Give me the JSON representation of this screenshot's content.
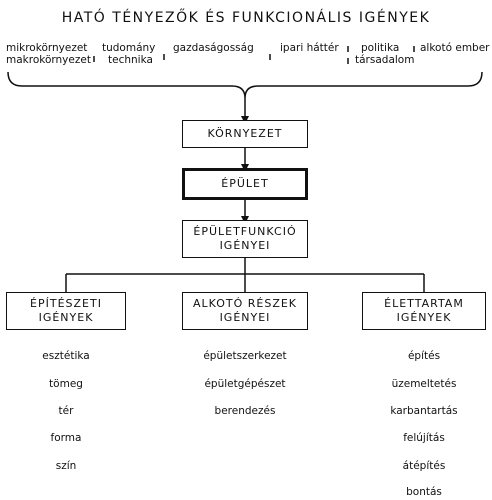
{
  "title": "HATÓ TÉNYEZŐK ÉS FUNKCIONÁLIS IGÉNYEK",
  "factors": [
    {
      "line1": "mikrokörnyezet",
      "line2": "makrokörnyezet"
    },
    {
      "line1": "tudomány",
      "line2": "technika"
    },
    {
      "line1": "gazdaságosság",
      "line2": ""
    },
    {
      "line1": "ipari háttér",
      "line2": ""
    },
    {
      "line1": "politika",
      "line2": "társadalom"
    },
    {
      "line1": "alkotó ember",
      "line2": ""
    }
  ],
  "boxes": {
    "environment": "KÖRNYEZET",
    "building": "ÉPÜLET",
    "function_line1": "ÉPÜLETFUNKCIÓ",
    "function_line2": "IGÉNYEI",
    "arch_line1": "ÉPÍTÉSZETI",
    "arch_line2": "IGÉNYEK",
    "parts_line1": "ALKOTÓ RÉSZEK",
    "parts_line2": "IGÉNYEI",
    "life_line1": "ÉLETTARTAM",
    "life_line2": "IGÉNYEK"
  },
  "lists": {
    "architectural": [
      "esztétika",
      "tömeg",
      "tér",
      "forma",
      "szín"
    ],
    "parts": [
      "épületszerkezet",
      "épületgépészet",
      "berendezés"
    ],
    "lifespan": [
      "építés",
      "üzemeltetés",
      "karbantartás",
      "felújítás",
      "átépítés",
      "bontás"
    ]
  }
}
